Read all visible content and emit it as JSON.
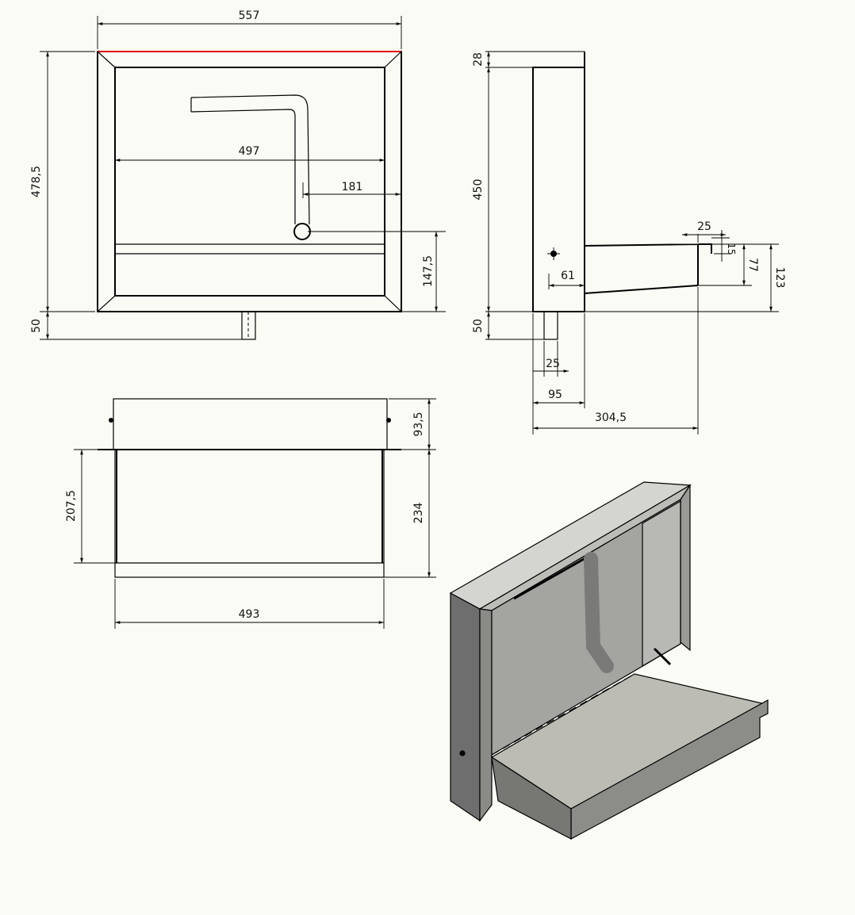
{
  "front_view": {
    "width": "557",
    "height": "478,5",
    "inner_width": "497",
    "pipe_offset": "181",
    "outlet_height": "147,5",
    "drain_length": "50"
  },
  "side_view": {
    "top_depth": "28",
    "body_height": "450",
    "drain_length": "50",
    "lip_width": "25",
    "lip_height": "15",
    "shelf_inner_height": "77",
    "shelf_height": "123",
    "drain_offset": "61",
    "drain_diameter": "25",
    "body_depth": "95",
    "total_depth": "304,5"
  },
  "top_view": {
    "upper_depth": "93,5",
    "lower_depth": "234",
    "inner_depth": "207,5",
    "width": "493"
  },
  "colors": {
    "background": "#fbfbf5",
    "highlight_edge": "#e00000"
  }
}
